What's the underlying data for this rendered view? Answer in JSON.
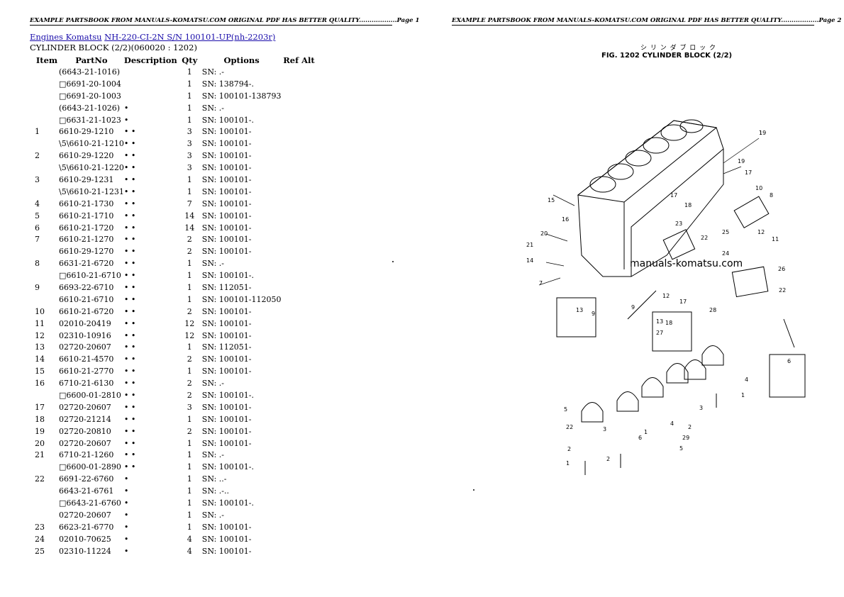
{
  "headers": {
    "left": "EXAMPLE PARTSBOOK FROM MANUALS-KOMATSU.COM ORIGINAL PDF HAS BETTER QUALITY..................Page 1",
    "right": "EXAMPLE PARTSBOOK FROM MANUALS-KOMATSU.COM ORIGINAL PDF HAS BETTER QUALITY..................Page 2"
  },
  "breadcrumb": {
    "link1": "Engines Komatsu",
    "link2": "NH-220-CI-2N S/N 100101-UP(nh-2203r)"
  },
  "subtitle": "CYLINDER BLOCK (2/2)(060020 : 1202)",
  "columns": [
    "Item",
    "PartNo",
    "Description",
    "Qty",
    "Options",
    "Ref Alt"
  ],
  "rows": [
    {
      "item": "",
      "part": "(6643-21-1016)",
      "desc": "",
      "qty": "1",
      "opt": "SN: .-"
    },
    {
      "item": "",
      "part": "□6691-20-1004",
      "desc": "",
      "qty": "1",
      "opt": "SN: 138794-."
    },
    {
      "item": "",
      "part": "□6691-20-1003",
      "desc": "",
      "qty": "1",
      "opt": "SN: 100101-138793"
    },
    {
      "item": "",
      "part": "(6643-21-1026)",
      "desc": "•",
      "qty": "1",
      "opt": "SN: .-"
    },
    {
      "item": "",
      "part": "□6631-21-1023",
      "desc": "•",
      "qty": "1",
      "opt": "SN: 100101-."
    },
    {
      "item": "1",
      "part": "6610-29-1210",
      "desc": "• •",
      "qty": "3",
      "opt": "SN: 100101-"
    },
    {
      "item": "",
      "part": "\\5\\6610-21-1210",
      "desc": "• •",
      "qty": "3",
      "opt": "SN: 100101-"
    },
    {
      "item": "2",
      "part": "6610-29-1220",
      "desc": "• •",
      "qty": "3",
      "opt": "SN: 100101-"
    },
    {
      "item": "",
      "part": "\\5\\6610-21-1220",
      "desc": "• •",
      "qty": "3",
      "opt": "SN: 100101-"
    },
    {
      "item": "3",
      "part": "6610-29-1231",
      "desc": "• •",
      "qty": "1",
      "opt": "SN: 100101-"
    },
    {
      "item": "",
      "part": "\\5\\6610-21-1231",
      "desc": "• •",
      "qty": "1",
      "opt": "SN: 100101-"
    },
    {
      "item": "4",
      "part": "6610-21-1730",
      "desc": "• •",
      "qty": "7",
      "opt": "SN: 100101-"
    },
    {
      "item": "5",
      "part": "6610-21-1710",
      "desc": "• •",
      "qty": "14",
      "opt": "SN: 100101-"
    },
    {
      "item": "6",
      "part": "6610-21-1720",
      "desc": "• •",
      "qty": "14",
      "opt": "SN: 100101-"
    },
    {
      "item": "7",
      "part": "6610-21-1270",
      "desc": "• •",
      "qty": "2",
      "opt": "SN: 100101-"
    },
    {
      "item": "",
      "part": "6610-29-1270",
      "desc": "• •",
      "qty": "2",
      "opt": "SN: 100101-"
    },
    {
      "item": "8",
      "part": "6631-21-6720",
      "desc": "• •",
      "qty": "1",
      "opt": "SN: .-"
    },
    {
      "item": "",
      "part": "□6610-21-6710",
      "desc": "• •",
      "qty": "1",
      "opt": "SN: 100101-."
    },
    {
      "item": "9",
      "part": "6693-22-6710",
      "desc": "• •",
      "qty": "1",
      "opt": "SN: 112051-"
    },
    {
      "item": "",
      "part": "6610-21-6710",
      "desc": "• •",
      "qty": "1",
      "opt": "SN: 100101-112050"
    },
    {
      "item": "10",
      "part": "6610-21-6720",
      "desc": "• •",
      "qty": "2",
      "opt": "SN: 100101-"
    },
    {
      "item": "11",
      "part": "02010-20419",
      "desc": "• •",
      "qty": "12",
      "opt": "SN: 100101-"
    },
    {
      "item": "12",
      "part": "02310-10916",
      "desc": "• •",
      "qty": "12",
      "opt": "SN: 100101-"
    },
    {
      "item": "13",
      "part": "02720-20607",
      "desc": "• •",
      "qty": "1",
      "opt": "SN: 112051-"
    },
    {
      "item": "14",
      "part": "6610-21-4570",
      "desc": "• •",
      "qty": "2",
      "opt": "SN: 100101-"
    },
    {
      "item": "15",
      "part": "6610-21-2770",
      "desc": "• •",
      "qty": "1",
      "opt": "SN: 100101-"
    },
    {
      "item": "16",
      "part": "6710-21-6130",
      "desc": "• •",
      "qty": "2",
      "opt": "SN: .-"
    },
    {
      "item": "",
      "part": "□6600-01-2810",
      "desc": "• •",
      "qty": "2",
      "opt": "SN: 100101-."
    },
    {
      "item": "17",
      "part": "02720-20607",
      "desc": "• •",
      "qty": "3",
      "opt": "SN: 100101-"
    },
    {
      "item": "18",
      "part": "02720-21214",
      "desc": "• •",
      "qty": "1",
      "opt": "SN: 100101-"
    },
    {
      "item": "19",
      "part": "02720-20810",
      "desc": "• •",
      "qty": "2",
      "opt": "SN: 100101-"
    },
    {
      "item": "20",
      "part": "02720-20607",
      "desc": "• •",
      "qty": "1",
      "opt": "SN: 100101-"
    },
    {
      "item": "21",
      "part": "6710-21-1260",
      "desc": "• •",
      "qty": "1",
      "opt": "SN: .-"
    },
    {
      "item": "",
      "part": "□6600-01-2890",
      "desc": "• •",
      "qty": "1",
      "opt": "SN: 100101-."
    },
    {
      "item": "22",
      "part": "6691-22-6760",
      "desc": "•",
      "qty": "1",
      "opt": "SN: ..-"
    },
    {
      "item": "",
      "part": "6643-21-6761",
      "desc": "•",
      "qty": "1",
      "opt": "SN: .-.."
    },
    {
      "item": "",
      "part": "□6643-21-6760",
      "desc": "•",
      "qty": "1",
      "opt": "SN: 100101-."
    },
    {
      "item": "",
      "part": "02720-20607",
      "desc": "•",
      "qty": "1",
      "opt": "SN: .-"
    },
    {
      "item": "23",
      "part": "6623-21-6770",
      "desc": "•",
      "qty": "1",
      "opt": "SN: 100101-"
    },
    {
      "item": "24",
      "part": "02010-70625",
      "desc": "•",
      "qty": "4",
      "opt": "SN: 100101-"
    },
    {
      "item": "25",
      "part": "02310-11224",
      "desc": "•",
      "qty": "4",
      "opt": "SN: 100101-"
    }
  ],
  "figure": {
    "title_jp": "シ リ ン ダ  ブ ロ ッ ク",
    "title_en": "FIG. 1202  CYLINDER BLOCK (2/2)",
    "watermark": "manuals-komatsu.com",
    "callouts": [
      "19",
      "19",
      "17",
      "10",
      "8",
      "12",
      "11",
      "15",
      "16",
      "17",
      "18",
      "23",
      "22",
      "25",
      "24",
      "26",
      "22",
      "20",
      "21",
      "14",
      "7",
      "9",
      "12",
      "17",
      "18",
      "13",
      "9",
      "13",
      "27",
      "28",
      "29",
      "4",
      "1",
      "6",
      "5",
      "22",
      "4",
      "3",
      "2",
      "1",
      "2",
      "3",
      "1",
      "6",
      "5",
      "2",
      "1"
    ]
  }
}
